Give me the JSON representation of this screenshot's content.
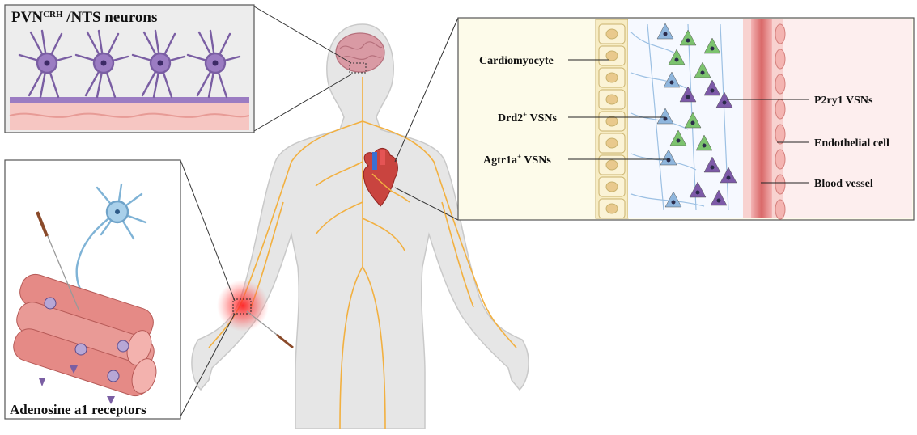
{
  "panels": {
    "neurons": {
      "title_main": "PVN",
      "title_sup": "CRH",
      "title_rest": " /NTS neurons"
    },
    "muscle": {
      "caption": "Adenosine a1 receptors"
    },
    "heart_detail": {
      "labels": {
        "cardiomyocyte": "Cardiomyocyte",
        "drd2_main": "Drd2",
        "drd2_sup": "+",
        "drd2_rest": " VSNs",
        "agtr1a_main": "Agtr1a",
        "agtr1a_sup": "+",
        "agtr1a_rest": " VSNs",
        "p2ry1": "P2ry1 VSNs",
        "endothelial": "Endothelial cell",
        "blood_vessel": "Blood vessel"
      }
    }
  },
  "colors": {
    "neuron_purple": "#9b7cc2",
    "nerve_yellow": "#f2b040",
    "body_gray": "#e4e4e4",
    "brain_pink": "#d89aa3",
    "muscle_red": "#e58a86",
    "vsn_blue": "#8fb6dd",
    "vsn_green": "#7cc36e",
    "vsn_purple": "#7d5aa8",
    "vessel_red": "#d96d6d",
    "acupoint_glow": "#ff3030"
  }
}
